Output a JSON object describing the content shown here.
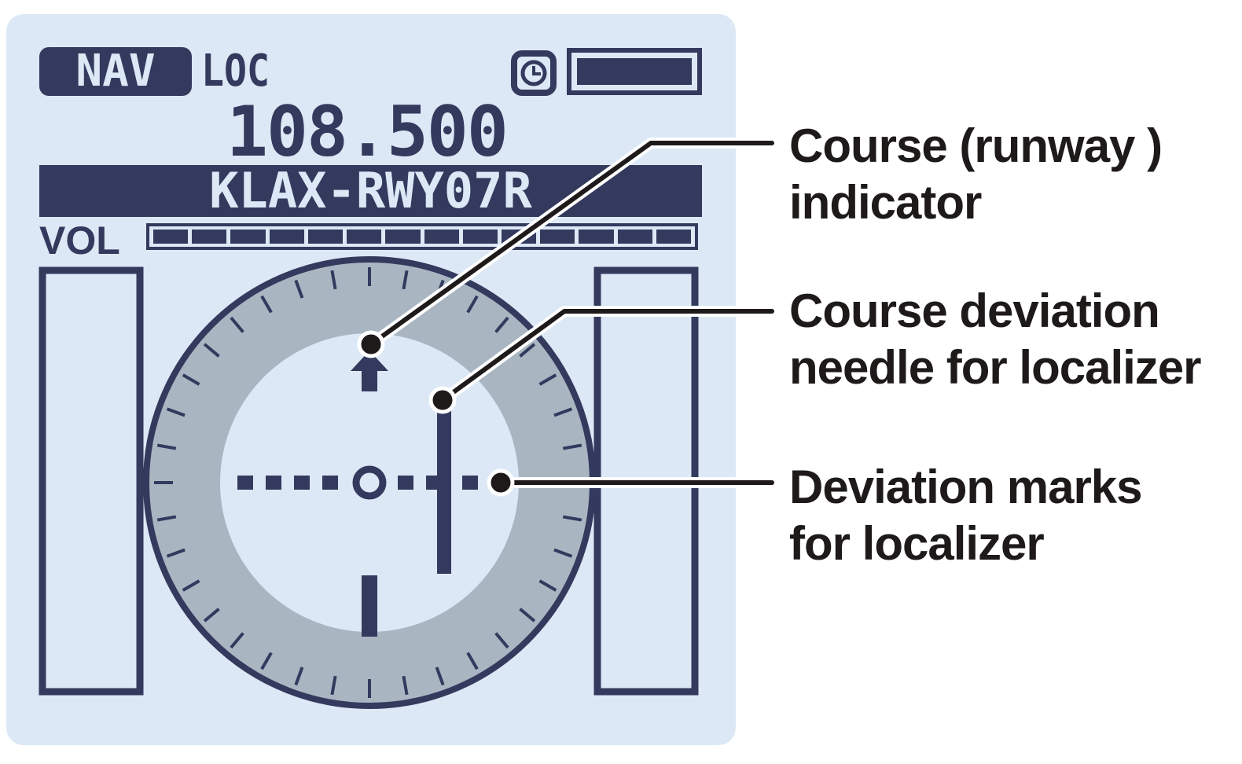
{
  "display": {
    "nav_label": "NAV",
    "mode_label": "LOC",
    "frequency": "108.500",
    "station_id": "KLAX-RWY07R",
    "volume_label": "VOL",
    "volume_segments": 14,
    "icons": [
      "clock-icon",
      "battery-icon"
    ]
  },
  "colors": {
    "screen_bg": "#dce8f5",
    "ink": "#333a5e",
    "ring": "#a9b6c2",
    "callout_text": "#1e1a1a"
  },
  "callouts": [
    {
      "text": "Course (runway )\nindicator"
    },
    {
      "text": "Course deviation\nneedle for localizer"
    },
    {
      "text": "Deviation marks\nfor localizer"
    }
  ]
}
